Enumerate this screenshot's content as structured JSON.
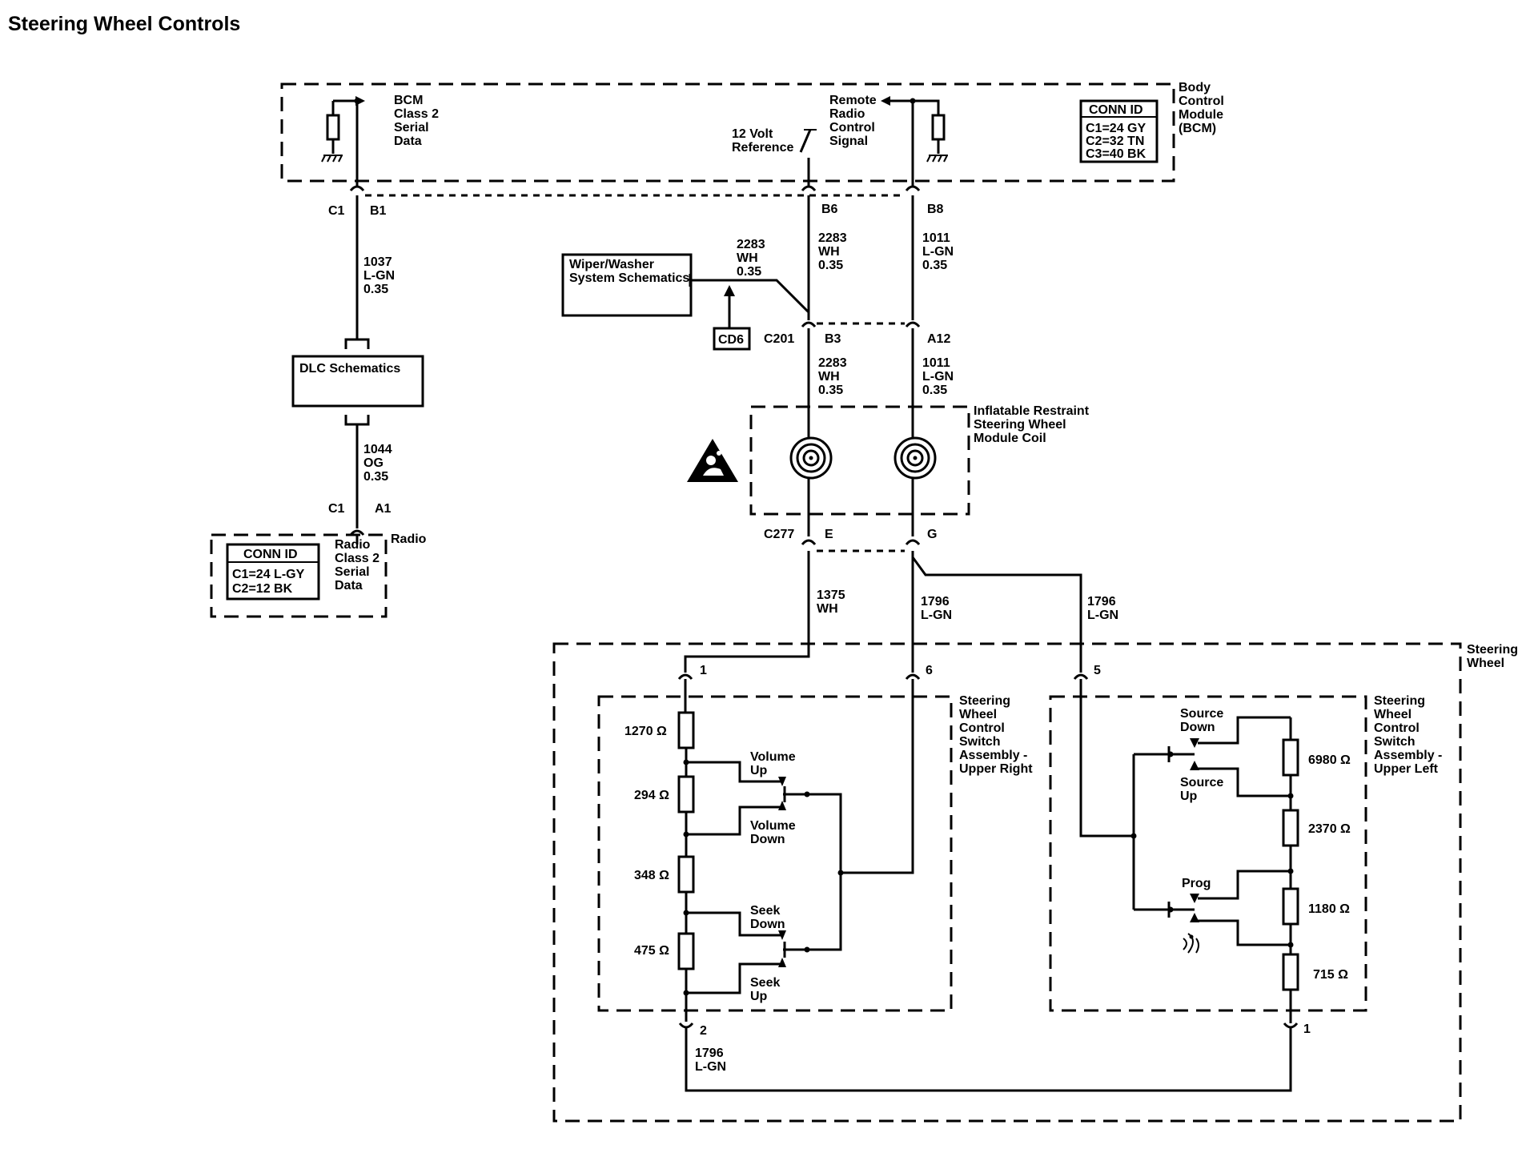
{
  "title": "Steering Wheel Controls",
  "bcm": {
    "name": "Body Control Module (BCM)",
    "name_lines": [
      "Body",
      "Control",
      "Module",
      "(BCM)"
    ],
    "bcm_data_lines": [
      "BCM",
      "Class 2",
      "Serial",
      "Data"
    ],
    "remote_lines": [
      "Remote",
      "Radio",
      "Control",
      "Signal"
    ],
    "ref_lines": [
      "12 Volt",
      "Reference"
    ],
    "conn_id": {
      "header": "CONN ID",
      "rows": [
        "C1=24 GY",
        "C2=32 TN",
        "C3=40 BK"
      ]
    }
  },
  "connectors": {
    "c1": "C1",
    "b1": "B1",
    "b6": "B6",
    "b8": "B8",
    "c201": "C201",
    "b3": "B3",
    "a12": "A12",
    "c277": "C277",
    "e": "E",
    "g": "G",
    "radio_c1": "C1",
    "radio_a1": "A1",
    "sw_1": "1",
    "sw_6": "6",
    "sw_5": "5",
    "sw_2": "2",
    "sw_left_1": "1"
  },
  "wires": {
    "w1037": [
      "1037",
      "L-GN",
      "0.35"
    ],
    "w1044": [
      "1044",
      "OG",
      "0.35"
    ],
    "w2283_left": [
      "2283",
      "WH",
      "0.35"
    ],
    "w2283_b6": [
      "2283",
      "WH",
      "0.35"
    ],
    "w1011_b8": [
      "1011",
      "L-GN",
      "0.35"
    ],
    "w2283_b3": [
      "2283",
      "WH",
      "0.35"
    ],
    "w1011_a12": [
      "1011",
      "L-GN",
      "0.35"
    ],
    "w1375": [
      "1375",
      "WH"
    ],
    "w1796_g": [
      "1796",
      "L-GN"
    ],
    "w1796_right": [
      "1796",
      "L-GN"
    ],
    "w1796_bottom": [
      "1796",
      "L-GN"
    ]
  },
  "blocks": {
    "wiper": [
      "Wiper/Washer",
      "System Schematics"
    ],
    "cd6": "CD6",
    "dlc": "DLC Schematics",
    "coil": [
      "Inflatable Restraint",
      "Steering Wheel",
      "Module Coil"
    ]
  },
  "radio": {
    "name": "Radio",
    "data_lines": [
      "Radio",
      "Class 2",
      "Serial",
      "Data"
    ],
    "conn_id": {
      "header": "CONN ID",
      "rows": [
        "C1=24 L-GY",
        "C2=12 BK"
      ]
    }
  },
  "steering_wheel": {
    "name_lines": [
      "Steering",
      "Wheel"
    ],
    "upper_right": {
      "name_lines": [
        "Steering",
        "Wheel",
        "Control",
        "Switch",
        "Assembly -",
        "Upper Right"
      ],
      "resistors": [
        "1270 Ω",
        "294 Ω",
        "348 Ω",
        "475 Ω"
      ],
      "switches": {
        "volume_up": [
          "Volume",
          "Up"
        ],
        "volume_down": [
          "Volume",
          "Down"
        ],
        "seek_down": [
          "Seek",
          "Down"
        ],
        "seek_up": [
          "Seek",
          "Up"
        ]
      }
    },
    "upper_left": {
      "name_lines": [
        "Steering",
        "Wheel",
        "Control",
        "Switch",
        "Assembly -",
        "Upper Left"
      ],
      "resistors": [
        "6980 Ω",
        "2370 Ω",
        "1180 Ω",
        "715 Ω"
      ],
      "switches": {
        "source_down": [
          "Source",
          "Down"
        ],
        "source_up": [
          "Source",
          "Up"
        ],
        "prog": "Prog"
      }
    }
  },
  "icons": [
    "ground-icon",
    "airbag-warning-icon",
    "clockspring-coil-icon",
    "voice-icon"
  ]
}
